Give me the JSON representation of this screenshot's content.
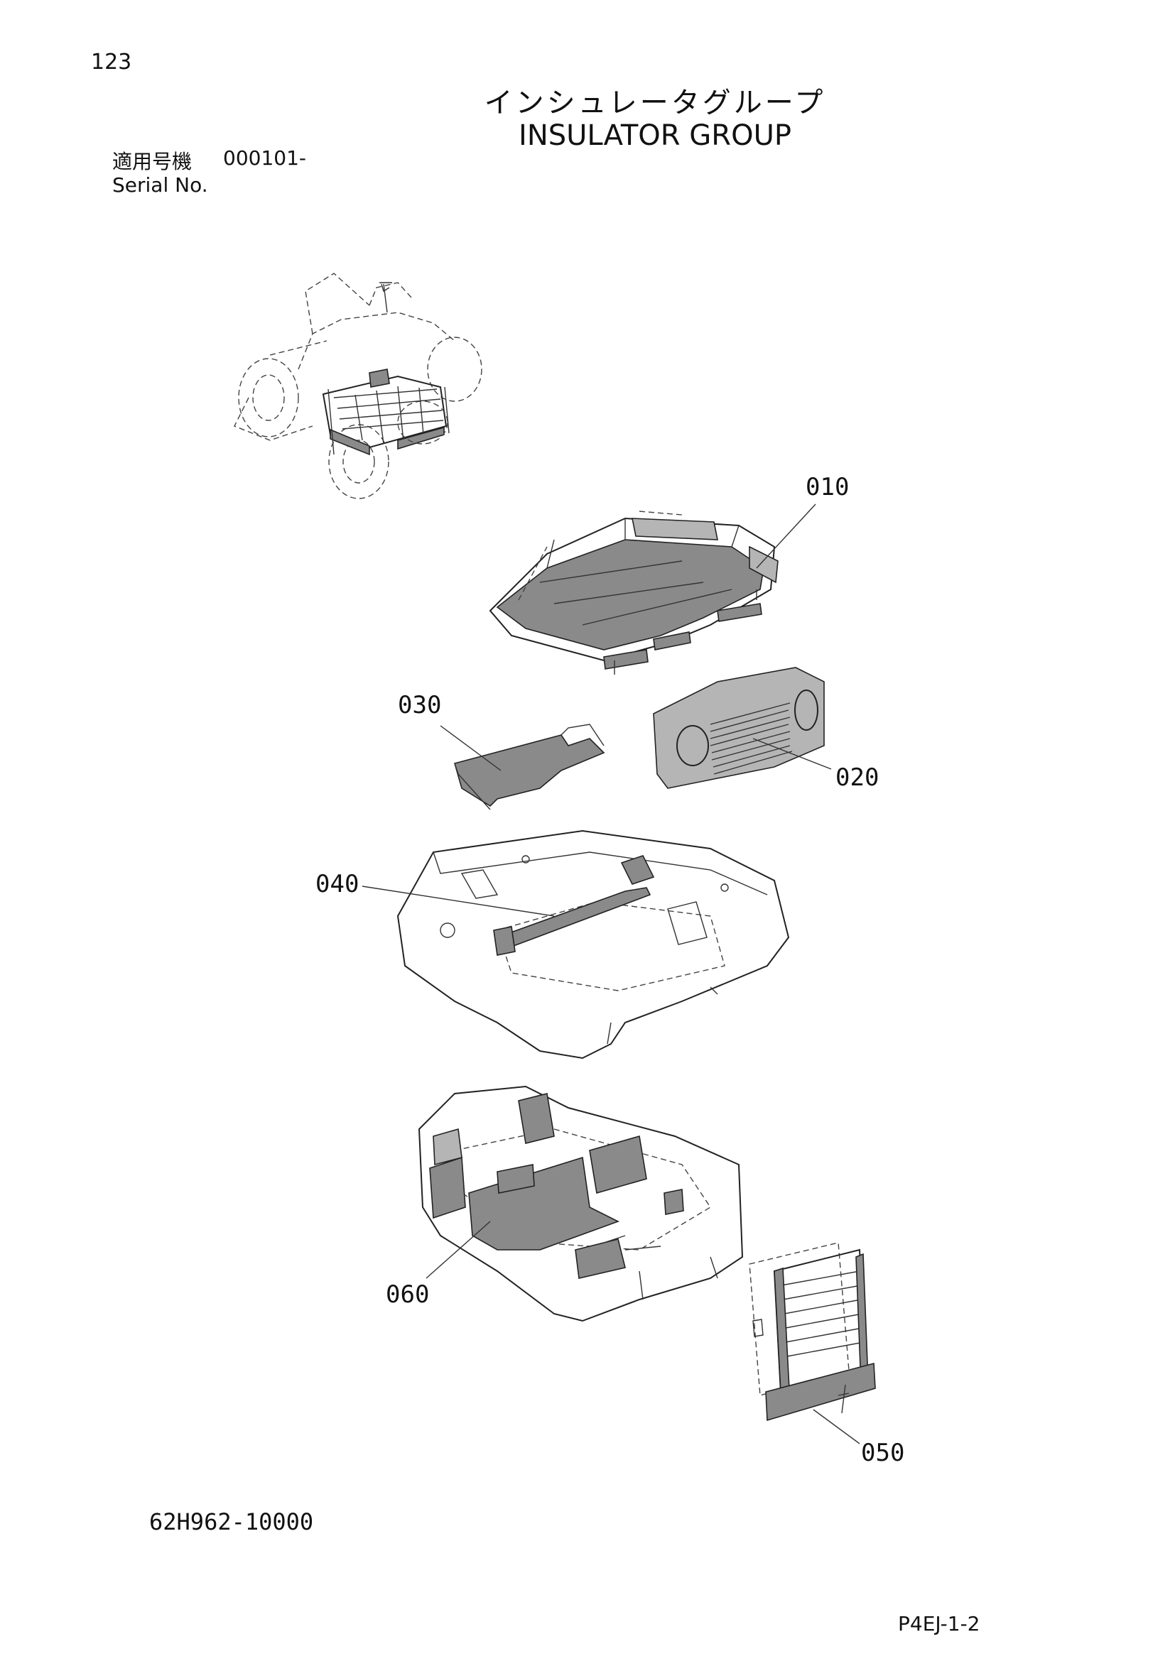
{
  "header": {
    "page_number": "123",
    "title_jp": "インシュレータグループ",
    "title_en": "INSULATOR GROUP",
    "serial_label_jp": "適用号機",
    "serial_value": "000101-",
    "serial_label_en": "Serial No."
  },
  "callouts": {
    "p010": "010",
    "p020": "020",
    "p030": "030",
    "p040": "040",
    "p050": "050",
    "p060": "060"
  },
  "footer": {
    "doc_code": "62H962-10000",
    "page_code": "P4EJ-1-2"
  }
}
